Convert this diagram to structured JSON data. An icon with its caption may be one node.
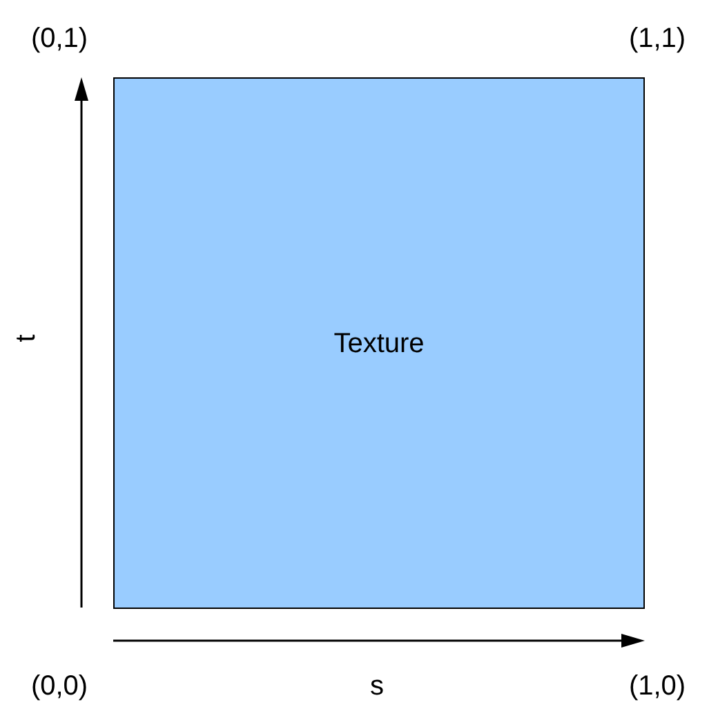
{
  "diagram": {
    "nodes": [
      {
        "text": [
          "Texture"
        ]
      }
    ],
    "labels": [
      "(0,1)",
      "(1,1)",
      "t",
      "(0,0)",
      "s",
      "(1,0)"
    ]
  }
}
